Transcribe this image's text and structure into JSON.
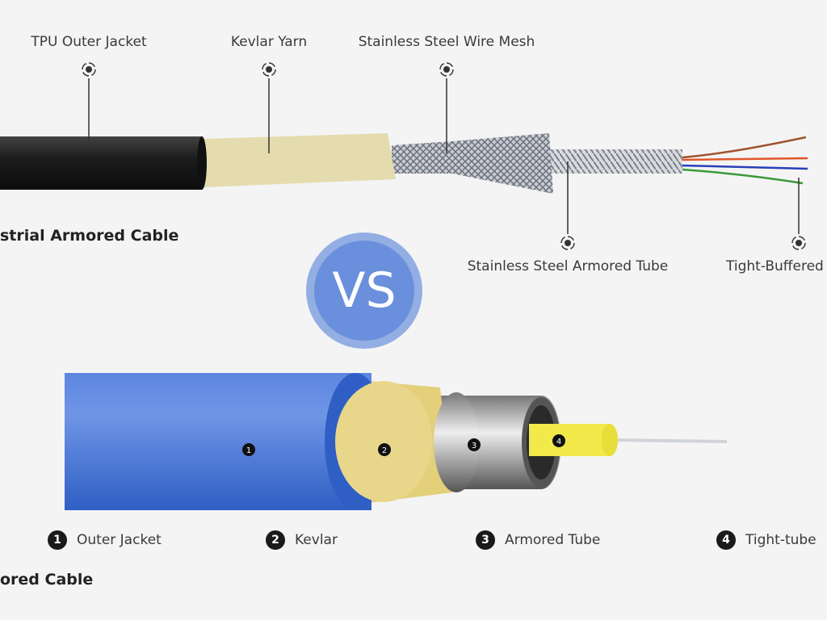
{
  "top": {
    "title": "strial Armored Cable",
    "labels": [
      "TPU Outer Jacket",
      "Kevlar Yarn",
      "Stainless Steel Wire Mesh",
      "Stainless Steel Armored Tube",
      "Tight-Buffered"
    ]
  },
  "vs_label": "VS",
  "bottom": {
    "title": "ored Cable",
    "markers": [
      "1",
      "2",
      "3",
      "4"
    ],
    "legend": [
      {
        "num": "1",
        "label": "Outer Jacket"
      },
      {
        "num": "2",
        "label": "Kevlar"
      },
      {
        "num": "3",
        "label": "Armored Tube"
      },
      {
        "num": "4",
        "label": "Tight-tube"
      }
    ]
  },
  "colors": {
    "background": "#f4f4f4",
    "vs_outer": "#93aee2",
    "vs_inner": "#6a8fdc",
    "cable_blue": "#3f6fd0",
    "kevlar": "#e7e0b4",
    "yellow": "#f2e94a"
  }
}
